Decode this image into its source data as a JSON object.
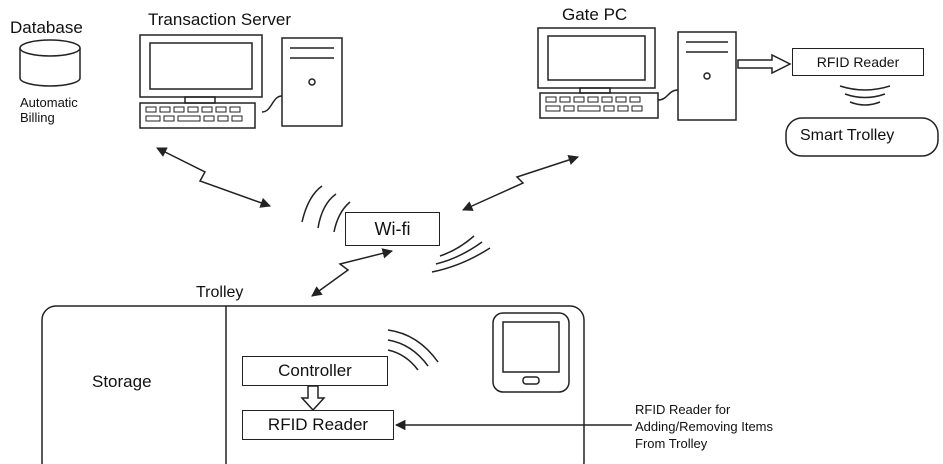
{
  "labels": {
    "database": "Database",
    "automatic_billing": "Automatic\nBilling",
    "transaction_server": "Transaction Server",
    "gate_pc": "Gate PC",
    "rfid_reader_gate": "RFID Reader",
    "smart_trolley": "Smart Trolley",
    "wifi": "Wi-fi",
    "trolley": "Trolley",
    "storage": "Storage",
    "controller": "Controller",
    "rfid_reader_trolley": "RFID Reader",
    "rfid_note": "RFID Reader for\nAdding/Removing Items\nFrom Trolley"
  },
  "colors": {
    "line": "#222222",
    "fill": "#ffffff"
  }
}
